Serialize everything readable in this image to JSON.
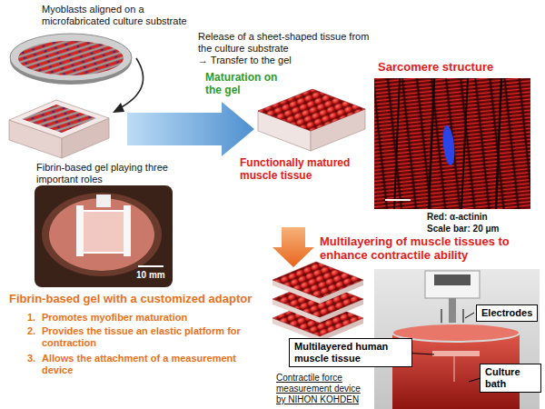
{
  "diagram": {
    "nodes": [
      {
        "text": [
          "Electrodes"
        ]
      },
      {
        "text": [
          "Multilayered human muscle tissue"
        ]
      },
      {
        "text": [
          "Culture bath"
        ]
      }
    ],
    "labels": [
      "Myoblasts aligned on a microfabricated culture substrate",
      "Release of a sheet-shaped tissue from the culture substrate",
      "→ Transfer to the gel",
      "Maturation on the gel",
      "Fibrin-based gel playing three important roles",
      "Sarcomere structure",
      "Red: α-actinin",
      "Scale bar: 20 μm",
      "Functionally matured muscle tissue",
      "Multilayering of muscle tissues to enhance contractile ability",
      "10 mm",
      "Fibrin-based gel with a customized adaptor",
      "1.",
      "Promotes myofiber maturation",
      "2.",
      "Provides the tissue an elastic platform for contraction",
      "3.",
      "Allows the attachment of a measurement device",
      "Contractile force measurement device by NIHON KOHDEN"
    ]
  }
}
